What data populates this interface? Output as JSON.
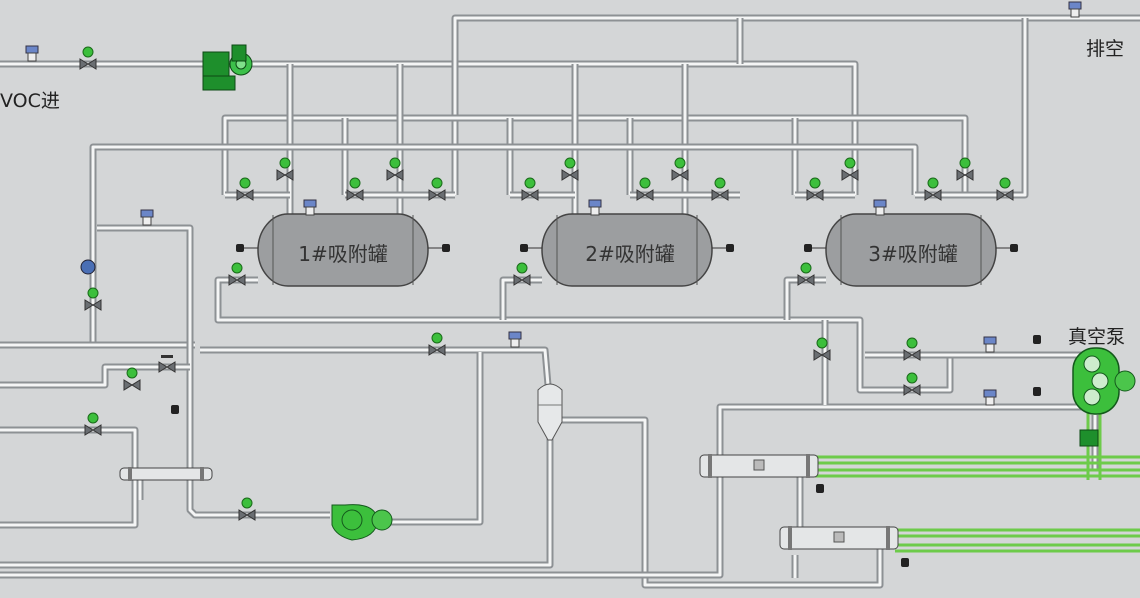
{
  "labels": {
    "voc_inlet": "VOC进",
    "vent": "排空",
    "vacuum_pump": "真空泵"
  },
  "tanks": [
    {
      "label": "1#吸附罐"
    },
    {
      "label": "2#吸附罐"
    },
    {
      "label": "3#吸附罐"
    }
  ],
  "colors": {
    "background": "#d4d6d7",
    "pipe": "#9ea2a5",
    "pipe_highlight": "#f4f5f5",
    "equipment_green": "#2fae3a",
    "valve_indicator": "#3cbf3c",
    "cooling_line": "#6dcb4a",
    "tank": "#9c9ea0"
  }
}
